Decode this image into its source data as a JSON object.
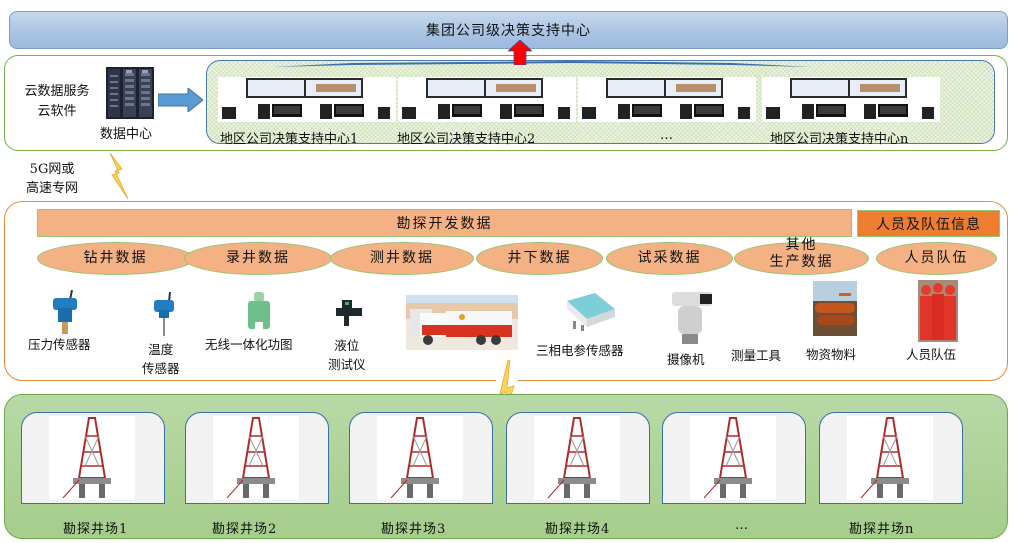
{
  "header": {
    "title": "集团公司级决策支持中心"
  },
  "cloud_layer": {
    "service_label_line1": "云数据服务",
    "service_label_line2": "云软件",
    "datacenter_label": "数据中心",
    "regional_centers": [
      {
        "label": "地区公司决策支持中心1"
      },
      {
        "label": "地区公司决策支持中心2"
      },
      {
        "label": "…"
      },
      {
        "label": "地区公司决策支持中心n"
      }
    ]
  },
  "network": {
    "line1": "5G网或",
    "line2": "高速专网"
  },
  "data_layer": {
    "exploration_title": "勘探开发数据",
    "personnel_title": "人员及队伍信息",
    "categories": [
      {
        "label": "钻井数据"
      },
      {
        "label": "录井数据"
      },
      {
        "label": "测井数据"
      },
      {
        "label": "井下数据"
      },
      {
        "label": "试采数据"
      },
      {
        "label_line1": "其他",
        "label_line2": "生产数据"
      },
      {
        "label": "人员队伍"
      }
    ],
    "devices": [
      {
        "label": "压力传感器"
      },
      {
        "label_line1": "温度",
        "label_line2": "传感器"
      },
      {
        "label": "无线一体化功图"
      },
      {
        "label_line1": "液位",
        "label_line2": "测试仪"
      },
      {
        "label": "三相电参传感器"
      },
      {
        "label": "摄像机"
      },
      {
        "label": "测量工具"
      },
      {
        "label": "物资物料"
      },
      {
        "label": "人员队伍"
      }
    ]
  },
  "well_layer": {
    "sites": [
      {
        "label": "勘探井场1"
      },
      {
        "label": "勘探井场2"
      },
      {
        "label": "勘探井场3"
      },
      {
        "label": "勘探井场4"
      },
      {
        "label": "…"
      },
      {
        "label": "勘探井场n"
      }
    ]
  },
  "colors": {
    "header_blue": "#a9c3e3",
    "exploration_orange": "#f4b183",
    "personnel_orange": "#ed7d31",
    "well_green": "#a9d18e",
    "arrow_red": "#ff0000",
    "arrow_blue": "#5b9bd5"
  }
}
